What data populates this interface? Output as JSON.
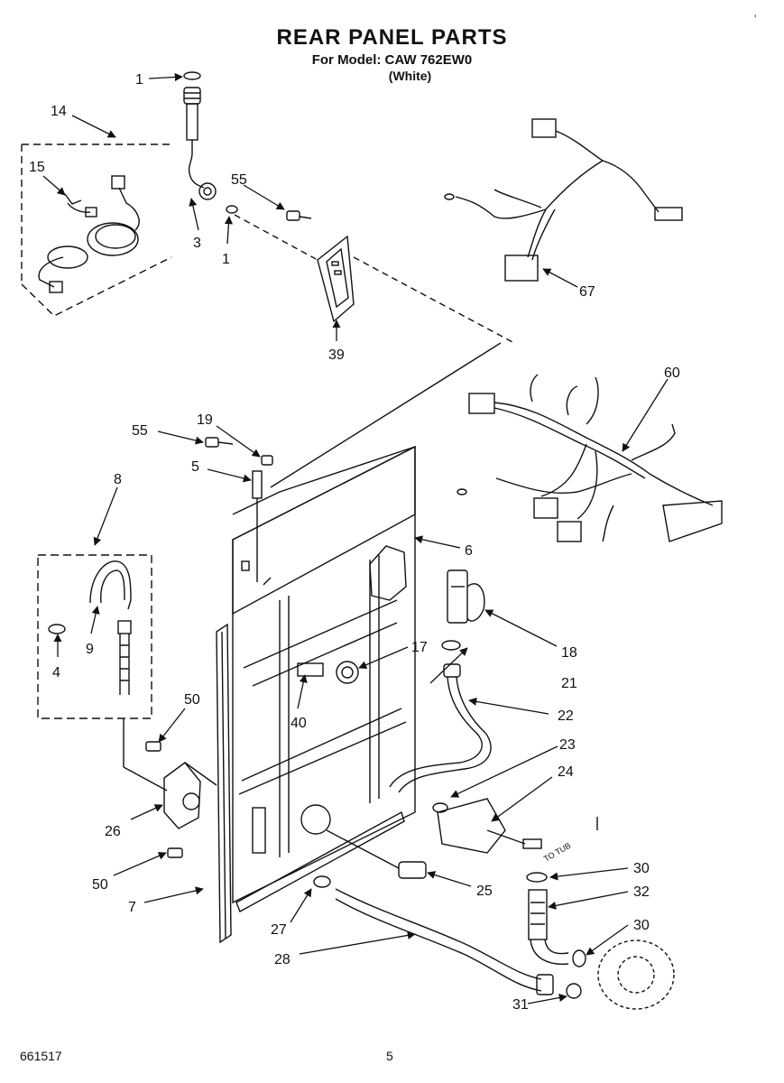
{
  "title": "REAR PANEL PARTS",
  "subtitle": "For Model: CAW 762EW0",
  "subtitle2": "(White)",
  "footer_left": "661517",
  "footer_page": "5",
  "corner_mark": "'",
  "to_tub_label": "TO TUB",
  "callouts": {
    "c1a": "1",
    "c14": "14",
    "c15": "15",
    "c3": "3",
    "c1b": "1",
    "c55a": "55",
    "c39": "39",
    "c67": "67",
    "c60": "60",
    "c55b": "55",
    "c19": "19",
    "c5": "5",
    "c8": "8",
    "c6": "6",
    "c9": "9",
    "c4": "4",
    "c18": "18",
    "c17": "17",
    "c21": "21",
    "c22": "22",
    "c40": "40",
    "c50a": "50",
    "c23": "23",
    "c24": "24",
    "c26": "26",
    "c50b": "50",
    "c25": "25",
    "c7": "7",
    "c30a": "30",
    "c32": "32",
    "c30b": "30",
    "c27": "27",
    "c28": "28",
    "c31": "31"
  }
}
